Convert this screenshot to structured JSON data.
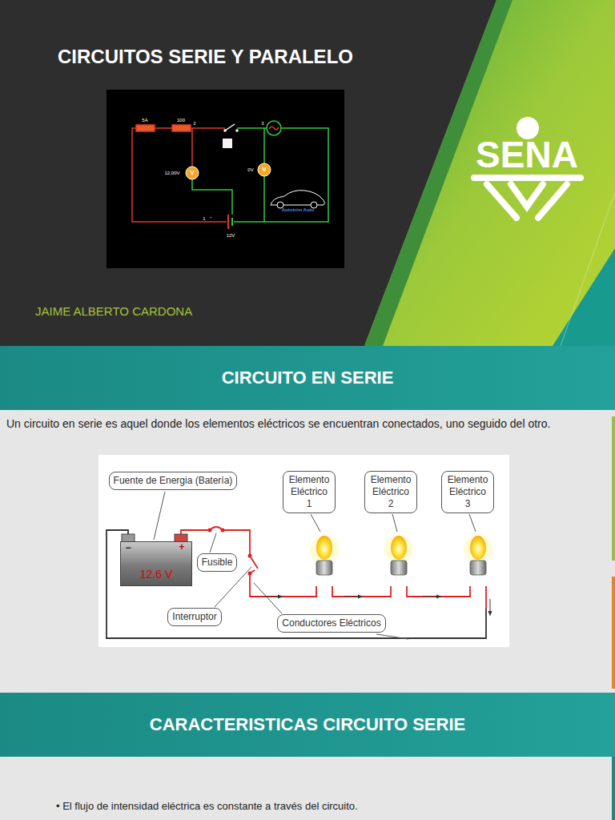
{
  "diagram": {
    "title": "CIRCUITOS SERIE Y PARALELO",
    "nodes": [
      {
        "text": [
          "CIRCUITO EN SERIE"
        ]
      },
      {
        "text": [
          "Fuente de Energia (Batería)"
        ]
      },
      {
        "text": [
          "Elemento Eléctrico 1"
        ]
      },
      {
        "text": [
          "Elemento Eléctrico 2"
        ]
      },
      {
        "text": [
          "Elemento Eléctrico 3"
        ]
      },
      {
        "text": [
          "12.6 V"
        ]
      },
      {
        "text": [
          "Fusible"
        ]
      },
      {
        "text": [
          "Interruptor"
        ]
      },
      {
        "text": [
          "Conductores Eléctricos"
        ]
      },
      {
        "text": [
          "CARACTERISTICAS CIRCUITO SERIE"
        ]
      }
    ],
    "labels": [
      "JAIME ALBERTO CARDONA",
      "5A",
      "100",
      "2",
      "3",
      "12,00V",
      "0V",
      "1",
      "+",
      "12V",
      "V",
      "V",
      "Autotrón Auto",
      "SENA",
      "Un circuito en serie es aquel donde los elementos eléctricos se encuentran conectados, uno seguido del otro.",
      "−",
      "+",
      "• El flujo de intensidad eléctrica es constante a través del circuito."
    ]
  }
}
